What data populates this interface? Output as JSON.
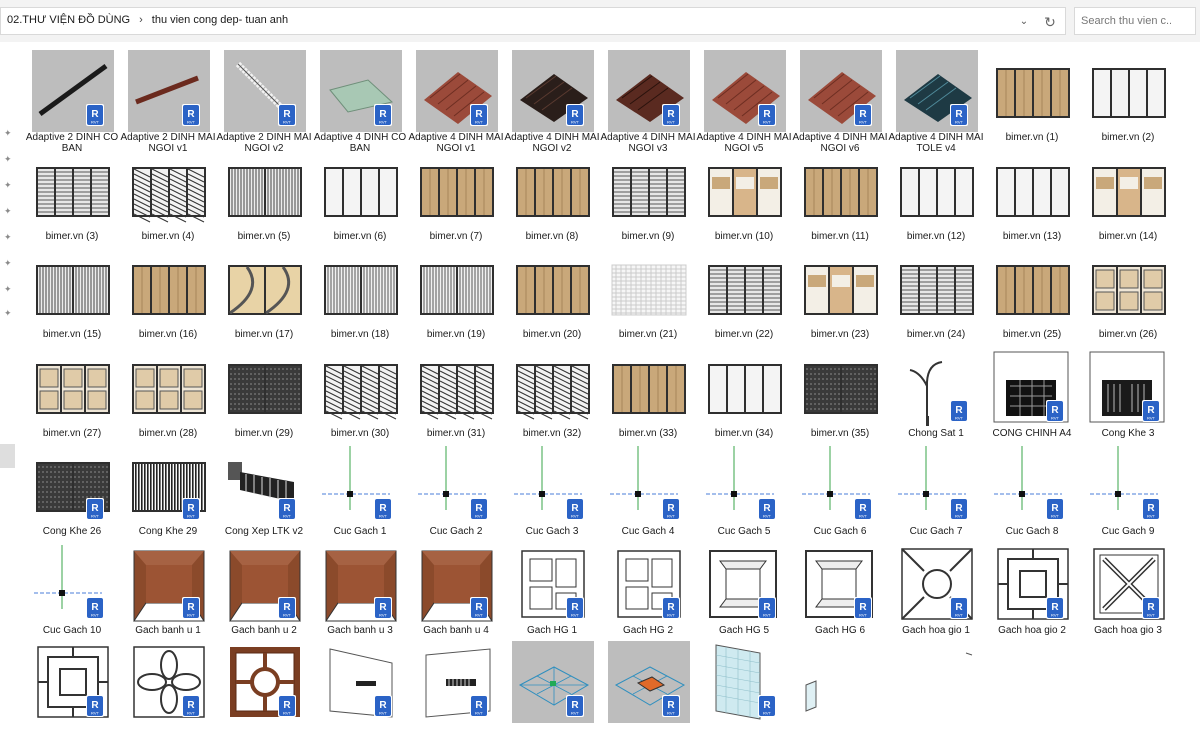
{
  "breadcrumb": {
    "part1": "02.THƯ VIỆN ĐỒ DÙNG",
    "part2": "thu vien cong dep- tuan anh"
  },
  "search": {
    "placeholder": "Search thu vien c..."
  },
  "badge_text": {
    "main": "R",
    "sub": "RVT"
  },
  "colors": {
    "revit_badge": "#2b63c6",
    "frame": "#2f2f2f",
    "wood": "#c9a87a",
    "tile_red": "#9b4a3a",
    "brick_brown": "#8b4a2b"
  },
  "files": [
    {
      "name": "Adaptive 2 DINH CO BAN",
      "icon": "rod"
    },
    {
      "name": "Adaptive 2 DINH MAI NGOI v1",
      "icon": "rod-red"
    },
    {
      "name": "Adaptive 2 DINH MAI NGOI v2",
      "icon": "rod-white"
    },
    {
      "name": "Adaptive 4 DINH CO BAN",
      "icon": "plane-green"
    },
    {
      "name": "Adaptive 4 DINH MAI NGOI v1",
      "icon": "roof-red"
    },
    {
      "name": "Adaptive 4 DINH MAI NGOI v2",
      "icon": "roof-dark"
    },
    {
      "name": "Adaptive 4 DINH MAI NGOI v3",
      "icon": "roof-brick"
    },
    {
      "name": "Adaptive 4 DINH MAI NGOI v5",
      "icon": "roof-red"
    },
    {
      "name": "Adaptive 4 DINH MAI NGOI v6",
      "icon": "roof-red"
    },
    {
      "name": "Adaptive 4 DINH MAI TOLE v4",
      "icon": "roof-teal"
    },
    {
      "name": "bimer.vn (1)",
      "icon": "gate-wood"
    },
    {
      "name": "bimer.vn (2)",
      "icon": "gate-white"
    },
    {
      "name": "bimer.vn (3)",
      "icon": "gate-slat"
    },
    {
      "name": "bimer.vn (4)",
      "icon": "gate-diag"
    },
    {
      "name": "bimer.vn (5)",
      "icon": "gate-bars"
    },
    {
      "name": "bimer.vn (6)",
      "icon": "gate-white"
    },
    {
      "name": "bimer.vn (7)",
      "icon": "gate-wood"
    },
    {
      "name": "bimer.vn (8)",
      "icon": "gate-wood"
    },
    {
      "name": "bimer.vn (9)",
      "icon": "gate-slat"
    },
    {
      "name": "bimer.vn (10)",
      "icon": "gate-mosaic"
    },
    {
      "name": "bimer.vn (11)",
      "icon": "gate-wood"
    },
    {
      "name": "bimer.vn (12)",
      "icon": "gate-white"
    },
    {
      "name": "bimer.vn (13)",
      "icon": "gate-white"
    },
    {
      "name": "bimer.vn (14)",
      "icon": "gate-mosaic"
    },
    {
      "name": "bimer.vn (15)",
      "icon": "gate-bars"
    },
    {
      "name": "bimer.vn (16)",
      "icon": "gate-wood"
    },
    {
      "name": "bimer.vn (17)",
      "icon": "gate-curve"
    },
    {
      "name": "bimer.vn (18)",
      "icon": "gate-arch"
    },
    {
      "name": "bimer.vn (19)",
      "icon": "gate-arch"
    },
    {
      "name": "bimer.vn (20)",
      "icon": "gate-wood"
    },
    {
      "name": "bimer.vn (21)",
      "icon": "gate-grid"
    },
    {
      "name": "bimer.vn (22)",
      "icon": "gate-slat"
    },
    {
      "name": "bimer.vn (23)",
      "icon": "gate-mosaic"
    },
    {
      "name": "bimer.vn (24)",
      "icon": "gate-slat"
    },
    {
      "name": "bimer.vn (25)",
      "icon": "gate-wood"
    },
    {
      "name": "bimer.vn (26)",
      "icon": "gate-panel"
    },
    {
      "name": "bimer.vn (27)",
      "icon": "gate-panel"
    },
    {
      "name": "bimer.vn (28)",
      "icon": "gate-panel"
    },
    {
      "name": "bimer.vn (29)",
      "icon": "gate-dark"
    },
    {
      "name": "bimer.vn (30)",
      "icon": "gate-diag"
    },
    {
      "name": "bimer.vn (31)",
      "icon": "gate-diag"
    },
    {
      "name": "bimer.vn (32)",
      "icon": "gate-diag"
    },
    {
      "name": "bimer.vn (33)",
      "icon": "gate-wood"
    },
    {
      "name": "bimer.vn (34)",
      "icon": "gate-white"
    },
    {
      "name": "bimer.vn (35)",
      "icon": "gate-dark"
    },
    {
      "name": "Chong Sat 1",
      "icon": "lamp"
    },
    {
      "name": "CONG CHINH A4",
      "icon": "cong-chinh"
    },
    {
      "name": "Cong Khe 3",
      "icon": "cong-khe3"
    },
    {
      "name": "Cong Khe 26",
      "icon": "gate-dark"
    },
    {
      "name": "Cong Khe 29",
      "icon": "gate-bars-dark"
    },
    {
      "name": "Cong Xep LTK v2",
      "icon": "cong-xep"
    },
    {
      "name": "Cuc Gach 1",
      "icon": "cross"
    },
    {
      "name": "Cuc Gach 2",
      "icon": "cross"
    },
    {
      "name": "Cuc Gach 3",
      "icon": "cross"
    },
    {
      "name": "Cuc Gach 4",
      "icon": "cross"
    },
    {
      "name": "Cuc Gach 5",
      "icon": "cross"
    },
    {
      "name": "Cuc Gach 6",
      "icon": "cross"
    },
    {
      "name": "Cuc Gach 7",
      "icon": "cross"
    },
    {
      "name": "Cuc Gach 8",
      "icon": "cross"
    },
    {
      "name": "Cuc Gach 9",
      "icon": "cross"
    },
    {
      "name": "Cuc Gach 10",
      "icon": "cross"
    },
    {
      "name": "Gach banh u 1",
      "icon": "banh-u"
    },
    {
      "name": "Gach banh u 2",
      "icon": "banh-u"
    },
    {
      "name": "Gach banh u 3",
      "icon": "banh-u"
    },
    {
      "name": "Gach banh u 4",
      "icon": "banh-u"
    },
    {
      "name": "Gach HG 1",
      "icon": "hg"
    },
    {
      "name": "Gach HG 2",
      "icon": "hg"
    },
    {
      "name": "Gach HG 5",
      "icon": "hg-box"
    },
    {
      "name": "Gach HG 6",
      "icon": "hg-box"
    },
    {
      "name": "Gach hoa gio 1",
      "icon": "hoa-gio-circle"
    },
    {
      "name": "Gach hoa gio 2",
      "icon": "hoa-gio-square"
    },
    {
      "name": "Gach hoa gio 3",
      "icon": "hoa-gio-x"
    },
    {
      "name": "",
      "icon": "hoa-gio-square"
    },
    {
      "name": "",
      "icon": "hoa-gio-flower"
    },
    {
      "name": "",
      "icon": "hoa-gio-wood"
    },
    {
      "name": "",
      "icon": "panel-persp"
    },
    {
      "name": "",
      "icon": "panel-persp2"
    },
    {
      "name": "",
      "icon": "grid-blue"
    },
    {
      "name": "",
      "icon": "grid-orange"
    },
    {
      "name": "",
      "icon": "glass"
    },
    {
      "name": "",
      "icon": "glass-small"
    },
    {
      "name": "",
      "icon": "dot"
    }
  ]
}
